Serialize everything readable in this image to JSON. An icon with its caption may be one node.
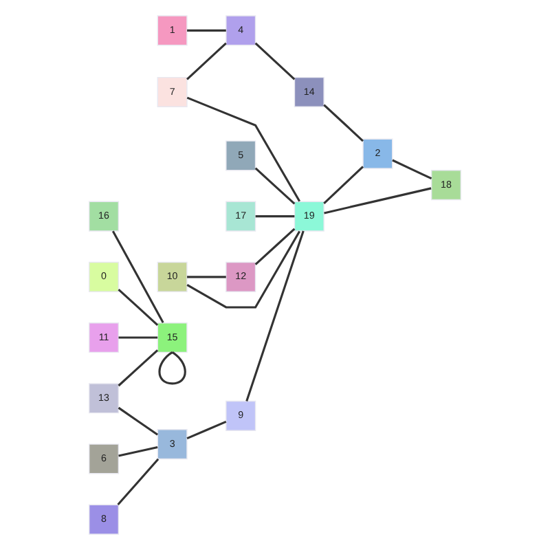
{
  "diagram": {
    "nodes": [
      {
        "text": [
          "6"
        ]
      },
      {
        "text": [
          "8"
        ]
      },
      {
        "text": [
          "13"
        ]
      },
      {
        "text": [
          "16"
        ]
      },
      {
        "text": [
          "0"
        ]
      },
      {
        "text": [
          "11"
        ]
      },
      {
        "text": [
          "3"
        ]
      },
      {
        "text": [
          "1"
        ]
      },
      {
        "text": [
          "7"
        ]
      },
      {
        "text": [
          "15"
        ]
      },
      {
        "text": [
          "10"
        ]
      },
      {
        "text": [
          "9"
        ]
      },
      {
        "text": [
          "4"
        ]
      },
      {
        "text": [
          "5"
        ]
      },
      {
        "text": [
          "17"
        ]
      },
      {
        "text": [
          "12"
        ]
      },
      {
        "text": [
          "14"
        ]
      },
      {
        "text": [
          "19"
        ]
      },
      {
        "text": [
          "2"
        ]
      },
      {
        "text": [
          "18"
        ]
      }
    ],
    "edges": [
      {
        "from": 0,
        "to": 6,
        "arrow": "none"
      },
      {
        "from": 1,
        "to": 6,
        "arrow": "none"
      },
      {
        "from": 2,
        "to": 6,
        "arrow": "none"
      },
      {
        "from": 2,
        "to": 9,
        "arrow": "none"
      },
      {
        "from": 3,
        "to": 9,
        "arrow": "none"
      },
      {
        "from": 4,
        "to": 9,
        "arrow": "none"
      },
      {
        "from": 5,
        "to": 9,
        "arrow": "none"
      },
      {
        "from": 9,
        "to": 9,
        "arrow": "none"
      },
      {
        "from": 6,
        "to": 11,
        "arrow": "none"
      },
      {
        "from": 7,
        "to": 12,
        "arrow": "none"
      },
      {
        "from": 8,
        "to": 12,
        "arrow": "none"
      },
      {
        "from": 8,
        "to": 17,
        "arrow": "none"
      },
      {
        "from": 10,
        "to": 15,
        "arrow": "none"
      },
      {
        "from": 10,
        "to": 17,
        "arrow": "none"
      },
      {
        "from": 11,
        "to": 17,
        "arrow": "none"
      },
      {
        "from": 12,
        "to": 16,
        "arrow": "none"
      },
      {
        "from": 13,
        "to": 17,
        "arrow": "none"
      },
      {
        "from": 14,
        "to": 17,
        "arrow": "none"
      },
      {
        "from": 15,
        "to": 17,
        "arrow": "none"
      },
      {
        "from": 16,
        "to": 18,
        "arrow": "none"
      },
      {
        "from": 17,
        "to": 18,
        "arrow": "none"
      },
      {
        "from": 17,
        "to": 19,
        "arrow": "none"
      },
      {
        "from": 18,
        "to": 19,
        "arrow": "none"
      }
    ]
  }
}
